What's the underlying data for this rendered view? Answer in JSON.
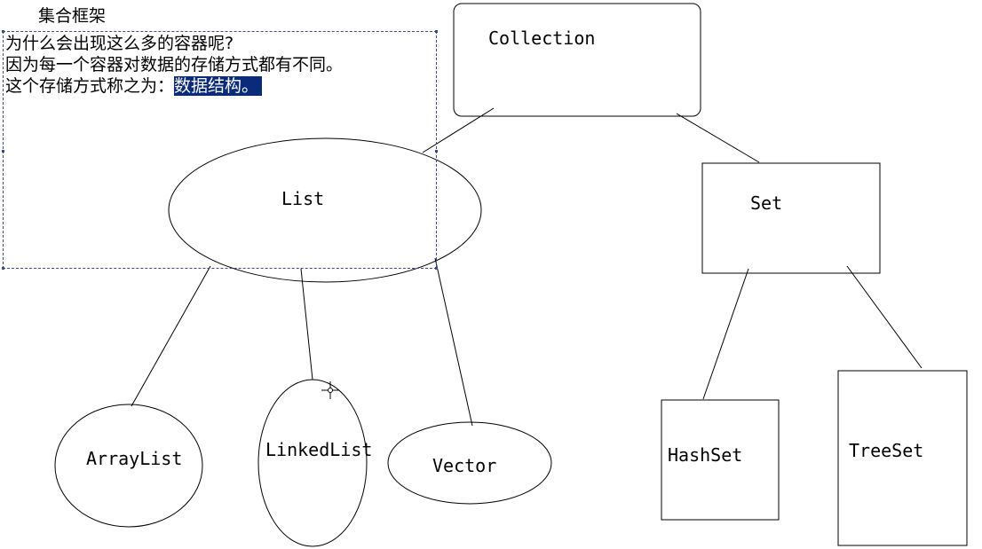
{
  "title": "集合框架",
  "note": {
    "line1": "为什么会出现这么多的容器呢?",
    "line2": "因为每一个容器对数据的存储方式都有不同。",
    "line3_prefix": "这个存储方式称之为：",
    "line3_highlight": "数据结构。"
  },
  "nodes": {
    "collection": "Collection",
    "list": "List",
    "set": "Set",
    "arraylist": "ArrayList",
    "linkedlist": "LinkedList",
    "vector": "Vector",
    "hashset": "HashSet",
    "treeset": "TreeSet"
  },
  "colors": {
    "stroke": "#000000",
    "selection": "#3a4a8a",
    "highlight_bg": "#0a2a7a",
    "highlight_fg": "#ffffff"
  },
  "icons": {
    "cursor": "crosshair-cursor-icon"
  }
}
